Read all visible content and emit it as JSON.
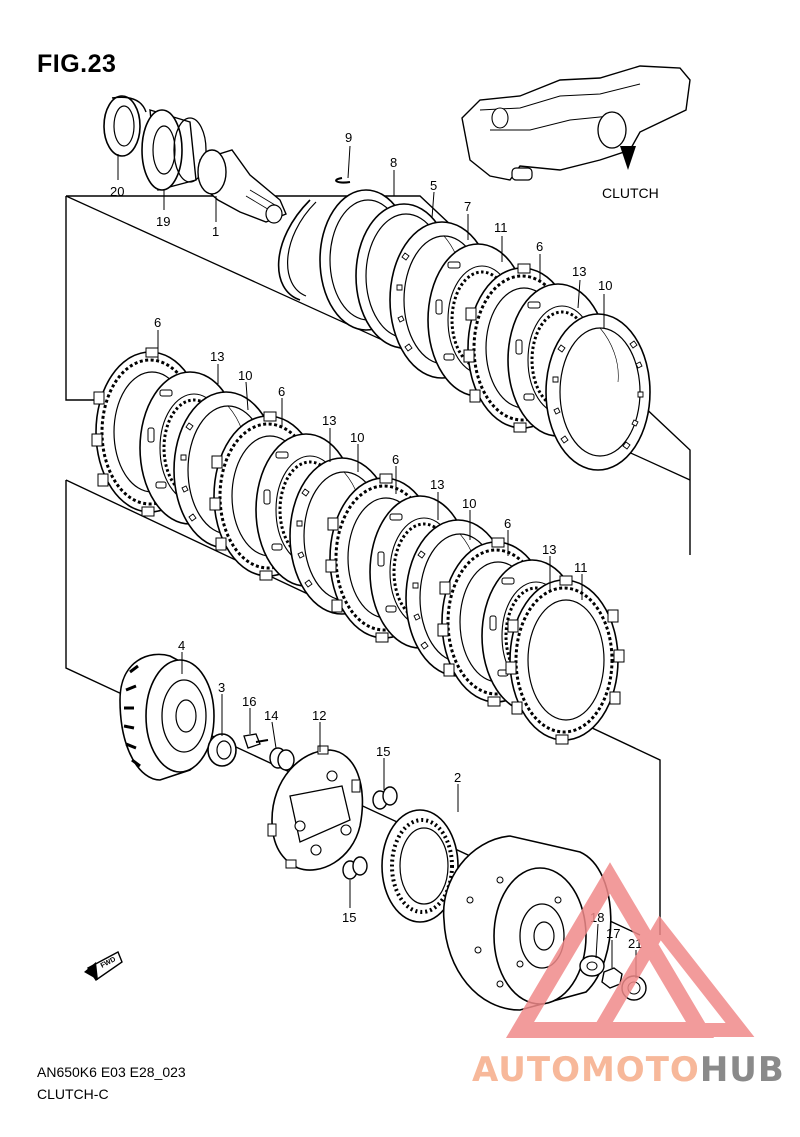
{
  "figure": {
    "title": "FIG.23",
    "footer_code": "AN650K6 E03 E28_023",
    "footer_name": "CLUTCH-C",
    "callout": "CLUTCH",
    "fwd_label": "FWD"
  },
  "watermark": {
    "part1": "AUTOMOTO",
    "part2": "HUB",
    "color1": "#f7b89a",
    "color2": "#8a8a8a",
    "logo_color": "#f08a8a"
  },
  "part_labels": [
    {
      "id": "20",
      "text": "20"
    },
    {
      "id": "19",
      "text": "19"
    },
    {
      "id": "1",
      "text": "1"
    },
    {
      "id": "9",
      "text": "9"
    },
    {
      "id": "8",
      "text": "8"
    },
    {
      "id": "5",
      "text": "5"
    },
    {
      "id": "7",
      "text": "7"
    },
    {
      "id": "11a",
      "text": "11"
    },
    {
      "id": "6a",
      "text": "6"
    },
    {
      "id": "13a",
      "text": "13"
    },
    {
      "id": "10a",
      "text": "10"
    },
    {
      "id": "6b",
      "text": "6"
    },
    {
      "id": "13b",
      "text": "13"
    },
    {
      "id": "10b",
      "text": "10"
    },
    {
      "id": "6c",
      "text": "6"
    },
    {
      "id": "13c",
      "text": "13"
    },
    {
      "id": "10c",
      "text": "10"
    },
    {
      "id": "6d",
      "text": "6"
    },
    {
      "id": "13d",
      "text": "13"
    },
    {
      "id": "10d",
      "text": "10"
    },
    {
      "id": "6e",
      "text": "6"
    },
    {
      "id": "13e",
      "text": "13"
    },
    {
      "id": "11b",
      "text": "11"
    },
    {
      "id": "4",
      "text": "4"
    },
    {
      "id": "3",
      "text": "3"
    },
    {
      "id": "16",
      "text": "16"
    },
    {
      "id": "14",
      "text": "14"
    },
    {
      "id": "12",
      "text": "12"
    },
    {
      "id": "15a",
      "text": "15"
    },
    {
      "id": "2",
      "text": "2"
    },
    {
      "id": "15b",
      "text": "15"
    },
    {
      "id": "18",
      "text": "18"
    },
    {
      "id": "17",
      "text": "17"
    },
    {
      "id": "21",
      "text": "21"
    }
  ]
}
